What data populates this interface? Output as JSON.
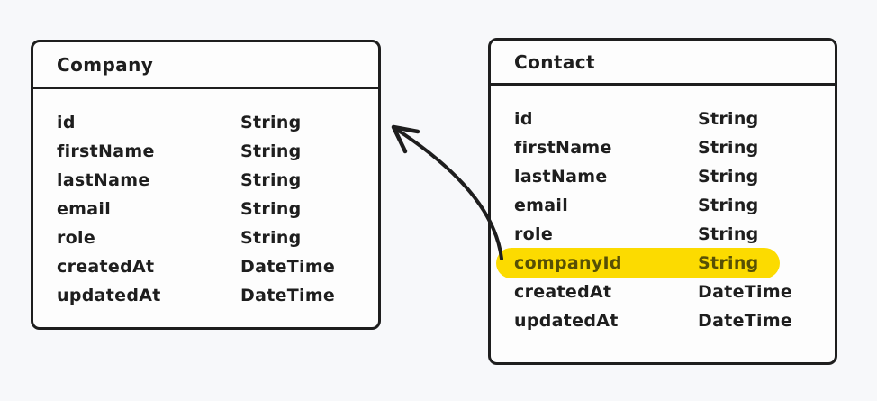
{
  "diagram": {
    "background_color": "#f7f8fa",
    "stroke_color": "#1e1e1e",
    "box_fill_color": "#fdfdfd",
    "highlight_color": "#fcdb00",
    "highlight_text_color": "#575005"
  },
  "tables": [
    {
      "title": "Company",
      "fields": [
        {
          "name": "id",
          "type": "String"
        },
        {
          "name": "firstName",
          "type": "String"
        },
        {
          "name": "lastName",
          "type": "String"
        },
        {
          "name": "email",
          "type": "String"
        },
        {
          "name": "role",
          "type": "String"
        },
        {
          "name": "createdAt",
          "type": "DateTime"
        },
        {
          "name": "updatedAt",
          "type": "DateTime"
        }
      ]
    },
    {
      "title": "Contact",
      "fields": [
        {
          "name": "id",
          "type": "String"
        },
        {
          "name": "firstName",
          "type": "String"
        },
        {
          "name": "lastName",
          "type": "String"
        },
        {
          "name": "email",
          "type": "String"
        },
        {
          "name": "role",
          "type": "String"
        },
        {
          "name": "companyId",
          "type": "String",
          "highlighted": true
        },
        {
          "name": "createdAt",
          "type": "DateTime"
        },
        {
          "name": "updatedAt",
          "type": "DateTime"
        }
      ]
    }
  ],
  "relationship": {
    "from_table": "Contact",
    "from_field": "companyId",
    "to_table": "Company"
  }
}
